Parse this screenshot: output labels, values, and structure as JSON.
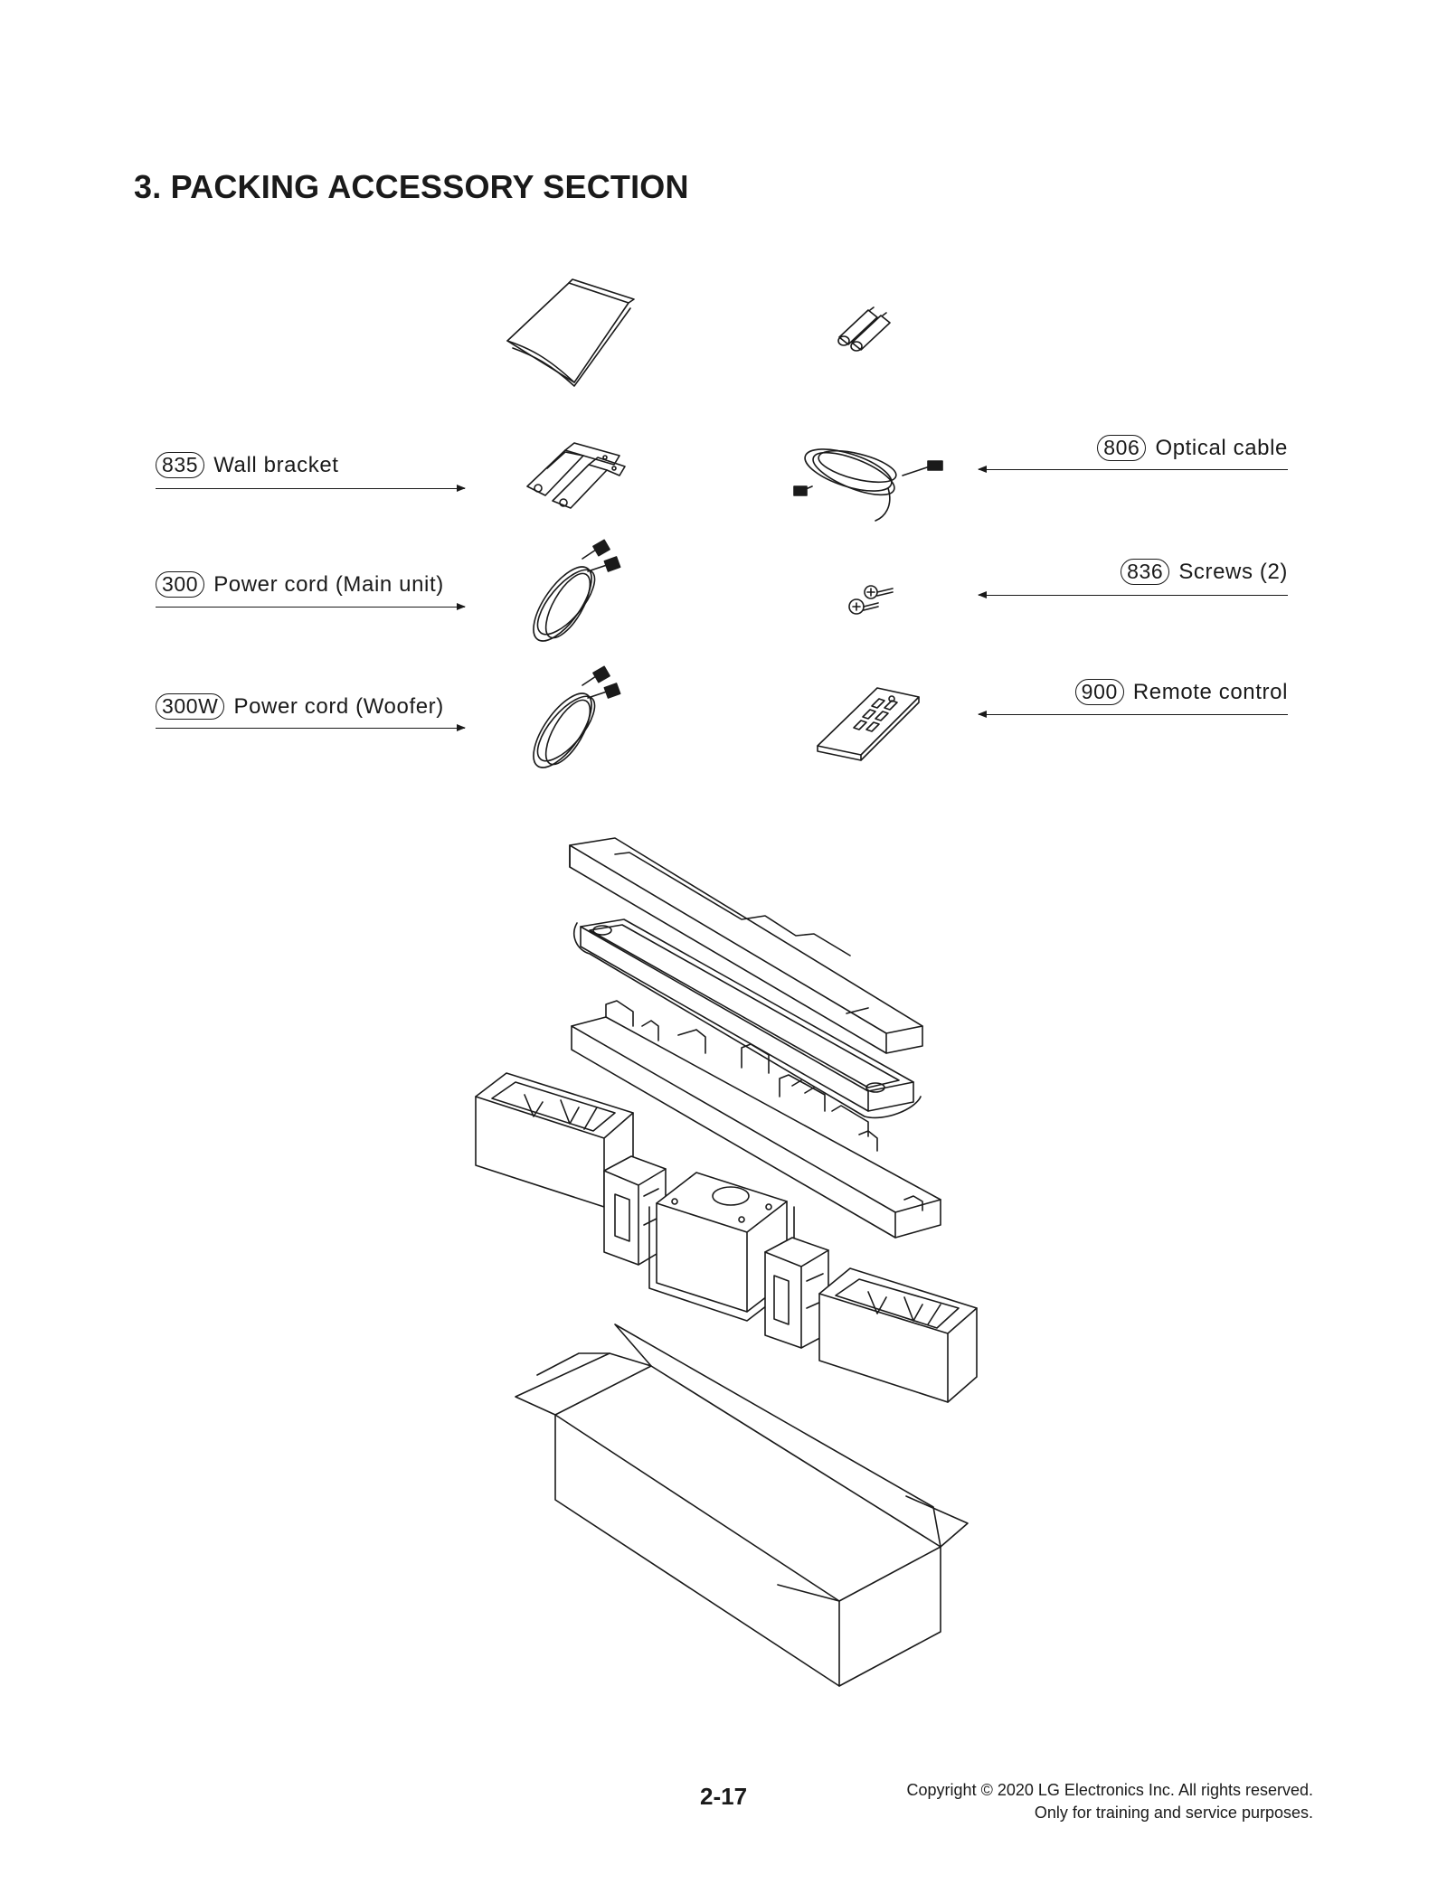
{
  "title": "3. PACKING ACCESSORY SECTION",
  "parts": [
    {
      "number": "835",
      "label": "Wall bracket"
    },
    {
      "number": "300",
      "label": "Power cord (Main unit)"
    },
    {
      "number": "300W",
      "label": "Power cord (Woofer)"
    },
    {
      "number": "806",
      "label": "Optical cable"
    },
    {
      "number": "836",
      "label": "Screws (2)"
    },
    {
      "number": "900",
      "label": "Remote control"
    }
  ],
  "footer": {
    "page_number": "2-17",
    "copyright_line1": "Copyright © 2020 LG Electronics Inc. All rights reserved.",
    "copyright_line2": "Only for training and service purposes."
  }
}
